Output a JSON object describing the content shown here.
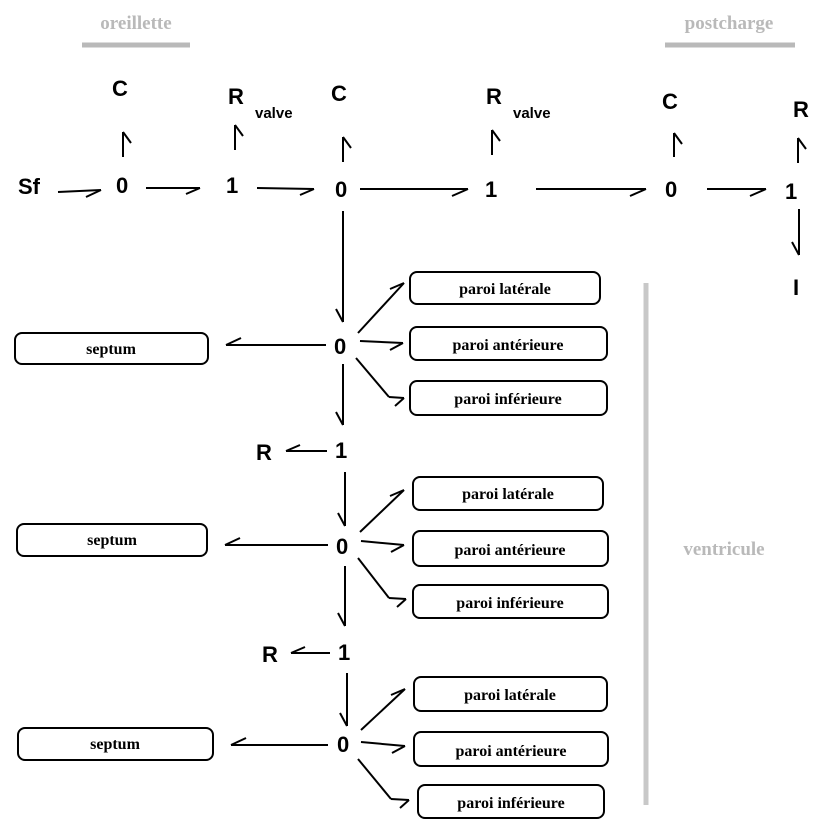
{
  "regions": {
    "atrium": "oreillette",
    "afterload": "postcharge",
    "ventricle": "ventricule"
  },
  "top_chain": {
    "source": "Sf",
    "junction_0": "0",
    "junction_1": "1",
    "capacitance": "C",
    "resistance": "R",
    "valve_subscript": "valve",
    "inertance": "I"
  },
  "wall_boxes": {
    "septum": "septum",
    "lateral": "paroi latérale",
    "anterior": "paroi antérieure",
    "inferior": "paroi inférieure"
  },
  "colors": {
    "ink": "#000000",
    "region_label": "#b9b9b9",
    "divider": "#c8c8c8"
  }
}
